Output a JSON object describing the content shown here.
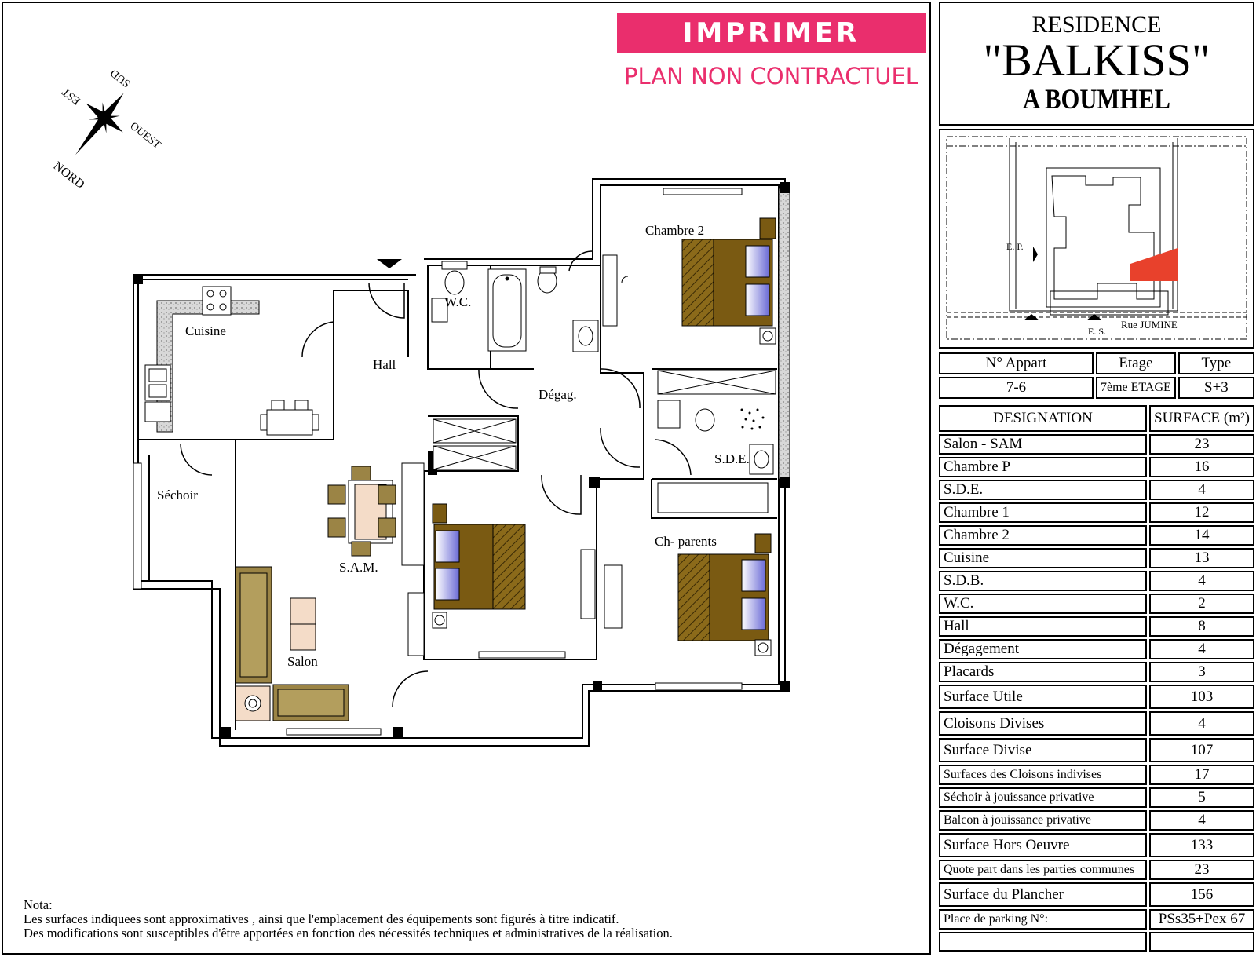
{
  "header": {
    "print_button": "IMPRIMER",
    "disclaimer": "PLAN NON CONTRACTUEL"
  },
  "title": {
    "line1": "RESIDENCE",
    "line2": "\"BALKISS\"",
    "line3": "A BOUMHEL"
  },
  "compass": {
    "north": "NORD",
    "south": "SUD",
    "east": "EST",
    "west": "OUEST"
  },
  "site_plan": {
    "entrance_pedestrian": "E. P.",
    "entrance_service": "E. S.",
    "street": "Rue JUMINE",
    "highlight_color": "#e8412c"
  },
  "rooms": {
    "cuisine": "Cuisine",
    "hall": "Hall",
    "wc": "W.C.",
    "degag": "Dégag.",
    "chambre2": "Chambre 2",
    "sechoir": "Séchoir",
    "sam": "S.A.M.",
    "sde": "S.D.E.",
    "ch_parents": "Ch- parents",
    "salon": "Salon"
  },
  "apartment": {
    "headers": [
      "N° Appart",
      "Etage",
      "Type"
    ],
    "values": [
      "7-6",
      "7ème ETAGE",
      "S+3"
    ]
  },
  "surfaces": {
    "header_designation": "DESIGNATION",
    "header_surface": "SURFACE (m²)",
    "rows": [
      {
        "label": "Salon - SAM",
        "value": "23"
      },
      {
        "label": "Chambre P",
        "value": "16"
      },
      {
        "label": "S.D.E.",
        "value": "4"
      },
      {
        "label": "Chambre 1",
        "value": "12"
      },
      {
        "label": "Chambre 2",
        "value": "14"
      },
      {
        "label": "Cuisine",
        "value": "13"
      },
      {
        "label": "S.D.B.",
        "value": "4"
      },
      {
        "label": "W.C.",
        "value": "2"
      },
      {
        "label": "Hall",
        "value": "8"
      },
      {
        "label": "Dégagement",
        "value": "4"
      },
      {
        "label": "Placards",
        "value": "3"
      },
      {
        "label": "Surface Utile",
        "value": "103"
      },
      {
        "label": "Cloisons Divises",
        "value": "4"
      },
      {
        "label": "Surface Divise",
        "value": "107"
      },
      {
        "label": "Surfaces des Cloisons indivises",
        "value": "17"
      },
      {
        "label": "Séchoir à jouissance privative",
        "value": "5"
      },
      {
        "label": "Balcon à jouissance privative",
        "value": "4"
      },
      {
        "label": "Surface Hors Oeuvre",
        "value": "133"
      },
      {
        "label": "Quote part dans les parties communes",
        "value": "23"
      },
      {
        "label": "Surface du Plancher",
        "value": "156"
      },
      {
        "label": "Place de parking N°:",
        "value": "PSs35+Pex 67"
      },
      {
        "label": "",
        "value": ""
      }
    ]
  },
  "nota": {
    "title": "Nota:",
    "line1": "Les surfaces indiquees sont approximatives , ainsi que l'emplacement des équipements sont figurés à titre indicatif.",
    "line2": "Des modifications sont susceptibles d'être apportées en fonction des nécessités techniques et administratives de la réalisation."
  },
  "colors": {
    "accent": "#ea2e6d",
    "bed_wood": "#7a5a12",
    "sofa": "#9b8445"
  }
}
